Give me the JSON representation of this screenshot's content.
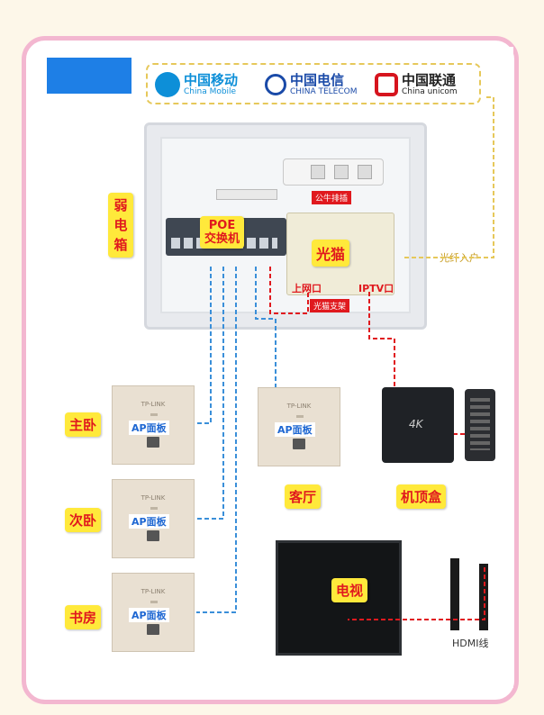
{
  "carriers": [
    {
      "name_cn": "中国移动",
      "name_en": "China Mobile",
      "color": "#0d8fd8"
    },
    {
      "name_cn": "中国电信",
      "name_en": "CHINA TELECOM",
      "color": "#1a4aa8"
    },
    {
      "name_cn": "中国联通",
      "name_en": "China unicom",
      "color": "#d6141e"
    }
  ],
  "labels": {
    "weak_box": "弱\n电\n箱",
    "poe": "POE\n交换机",
    "modem": "光猫",
    "strip": "公牛排插",
    "modem_bracket": "光猫支架",
    "uplink": "上网口",
    "iptv": "IPTV口",
    "fiber_in": "光纤入户",
    "master": "主卧",
    "second": "次卧",
    "study": "书房",
    "living": "客厅",
    "stb": "机顶盒",
    "tv": "电视",
    "hdmi": "HDMI线",
    "ap_panel": "AP面板",
    "tplink": "TP-LINK",
    "stb_logo": "4K"
  },
  "colors": {
    "label_bg": "#ffe93b",
    "label_text": "#e0191e",
    "blue_line": "#3a8fd9",
    "red_line": "#e0191e",
    "yellow_line": "#e6c85a",
    "frame": "#f3b7d0"
  }
}
